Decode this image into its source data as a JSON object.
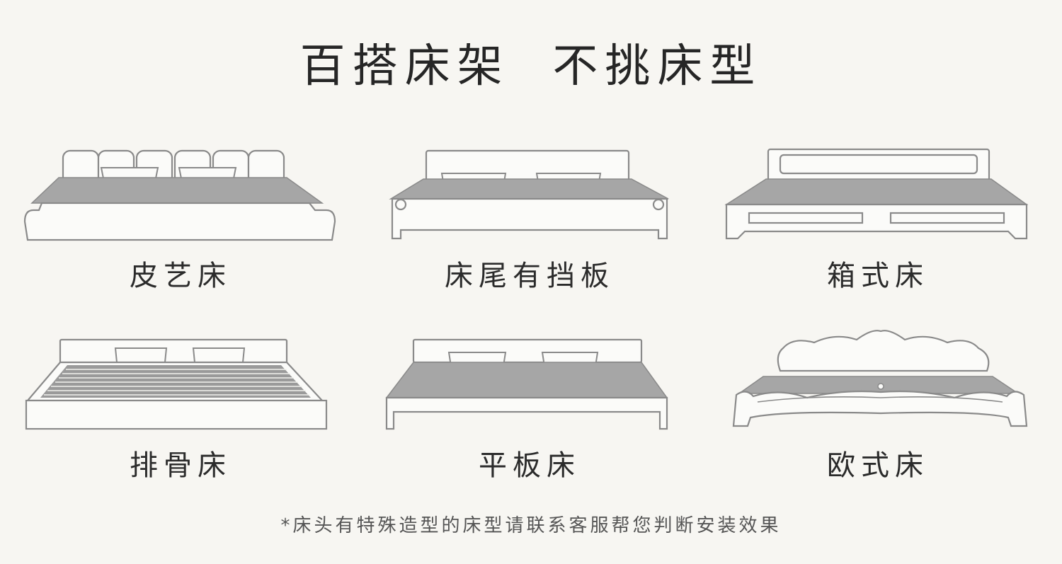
{
  "title": "百搭床架  不挑床型",
  "bed_types": [
    {
      "label": "皮艺床",
      "icon": "leather-bed-icon"
    },
    {
      "label": "床尾有挡板",
      "icon": "footboard-bed-icon"
    },
    {
      "label": "箱式床",
      "icon": "storage-bed-icon"
    },
    {
      "label": "排骨床",
      "icon": "slat-bed-icon"
    },
    {
      "label": "平板床",
      "icon": "platform-bed-icon"
    },
    {
      "label": "欧式床",
      "icon": "european-bed-icon"
    }
  ],
  "footnote": "*床头有特殊造型的床型请联系客服帮您判断安装效果",
  "colors": {
    "background": "#f7f6f2",
    "mattress": "#a6a6a6",
    "outline": "#8a8a8a"
  }
}
